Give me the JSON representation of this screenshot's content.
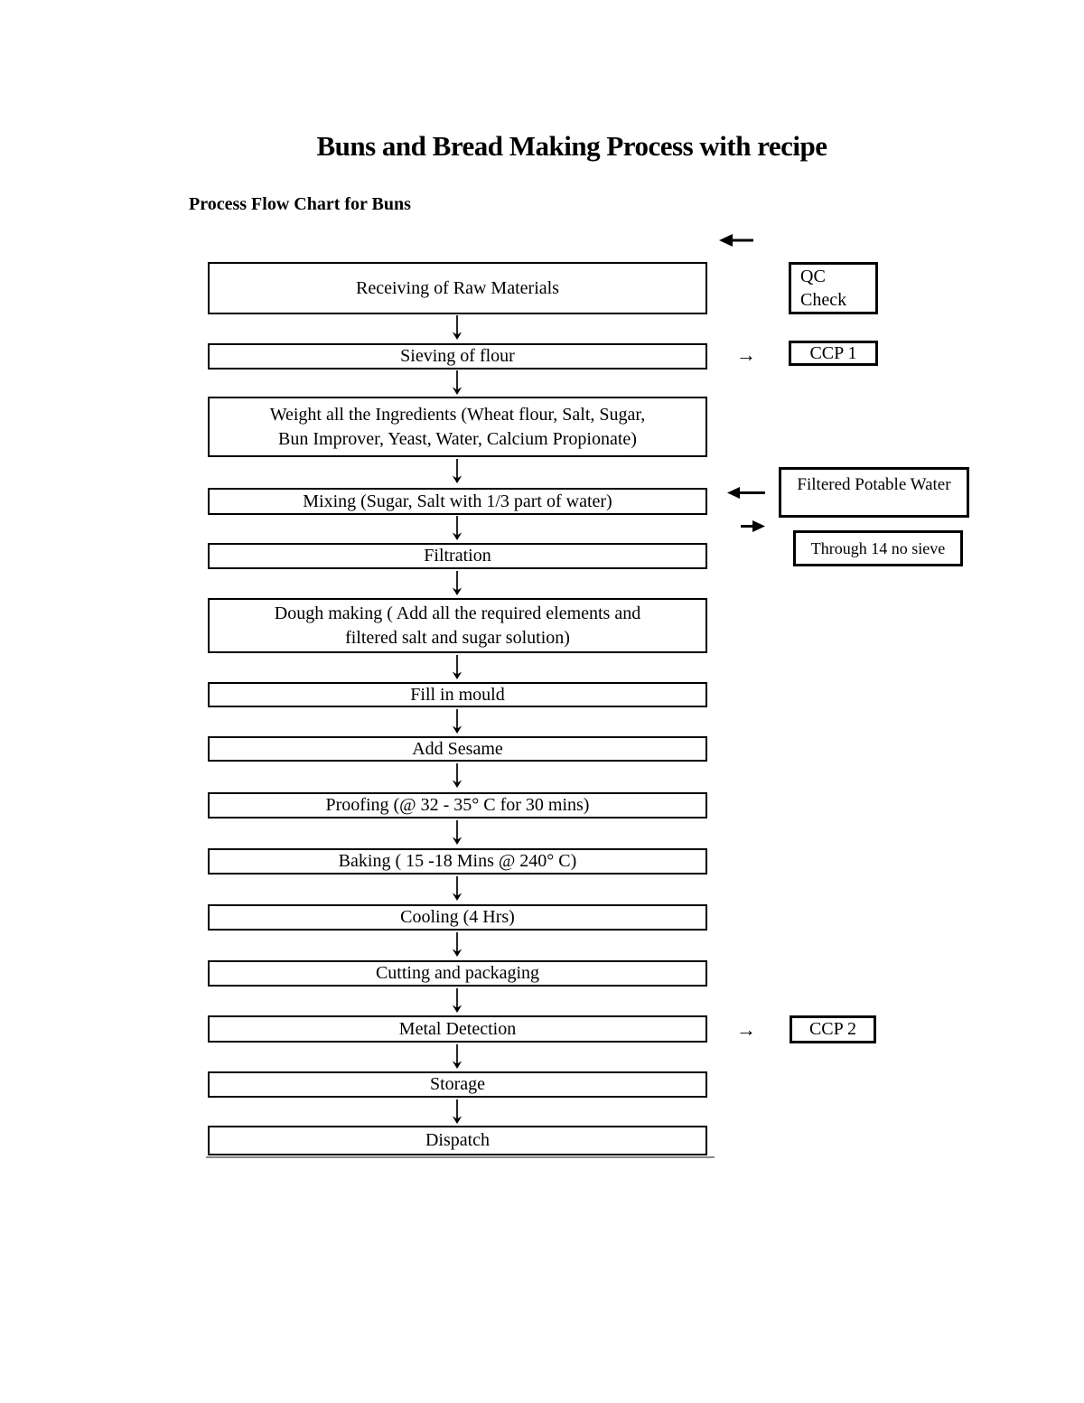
{
  "document": {
    "title": "Buns and Bread Making Process with recipe",
    "subtitle": "Process Flow Chart for Buns"
  },
  "flowchart": {
    "steps": [
      {
        "label": "Receiving of Raw Materials"
      },
      {
        "label": "Sieving of flour"
      },
      {
        "label": "Weight all the Ingredients (Wheat flour, Salt, Sugar,\nBun Improver, Yeast, Water, Calcium Propionate)"
      },
      {
        "label": "Mixing (Sugar, Salt with 1/3 part of water)"
      },
      {
        "label": "Filtration"
      },
      {
        "label": "Dough making ( Add all the required elements and\nfiltered salt and sugar solution)"
      },
      {
        "label": "Fill in mould"
      },
      {
        "label": "Add Sesame"
      },
      {
        "label": "Proofing (@ 32 - 35° C for 30 mins)"
      },
      {
        "label": "Baking ( 15 -18 Mins @ 240° C)"
      },
      {
        "label": "Cooling (4 Hrs)"
      },
      {
        "label": "Cutting and packaging"
      },
      {
        "label": "Metal Detection"
      },
      {
        "label": "Storage"
      },
      {
        "label": "Dispatch"
      }
    ],
    "annotations": {
      "qc_check": "QC\nCheck",
      "ccp1": "CCP 1",
      "filtered_water": "Filtered Potable Water",
      "sieve_note": "Through 14 no sieve",
      "ccp2": "CCP 2"
    },
    "icons": {
      "right_arrow": "→"
    }
  }
}
